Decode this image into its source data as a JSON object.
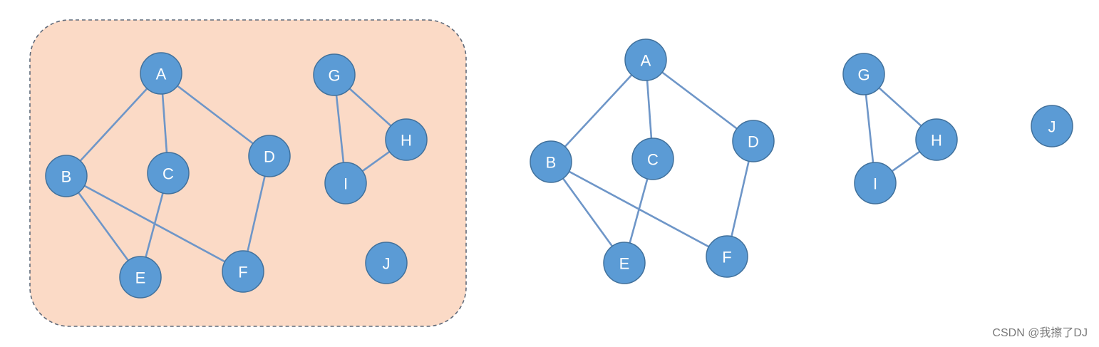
{
  "left_graph": {
    "nodes": [
      "A",
      "B",
      "C",
      "D",
      "E",
      "F",
      "G",
      "H",
      "I",
      "J"
    ],
    "edges": [
      [
        "A",
        "B"
      ],
      [
        "A",
        "C"
      ],
      [
        "A",
        "D"
      ],
      [
        "B",
        "E"
      ],
      [
        "B",
        "F"
      ],
      [
        "C",
        "E"
      ],
      [
        "D",
        "F"
      ],
      [
        "G",
        "H"
      ],
      [
        "G",
        "I"
      ],
      [
        "H",
        "I"
      ]
    ],
    "highlighted": true,
    "highlight_color": "#fbdac6"
  },
  "right_graph": {
    "nodes": [
      "A",
      "B",
      "C",
      "D",
      "E",
      "F",
      "G",
      "H",
      "I",
      "J"
    ],
    "edges": [
      [
        "A",
        "B"
      ],
      [
        "A",
        "C"
      ],
      [
        "A",
        "D"
      ],
      [
        "B",
        "E"
      ],
      [
        "B",
        "F"
      ],
      [
        "C",
        "E"
      ],
      [
        "D",
        "F"
      ],
      [
        "G",
        "H"
      ],
      [
        "G",
        "I"
      ],
      [
        "H",
        "I"
      ]
    ],
    "highlighted": false
  },
  "colors": {
    "node_fill": "#5b9bd5",
    "node_border": "#41719c",
    "edge": "#6e96c8",
    "label": "#ffffff"
  },
  "watermark": "CSDN @我擦了DJ"
}
